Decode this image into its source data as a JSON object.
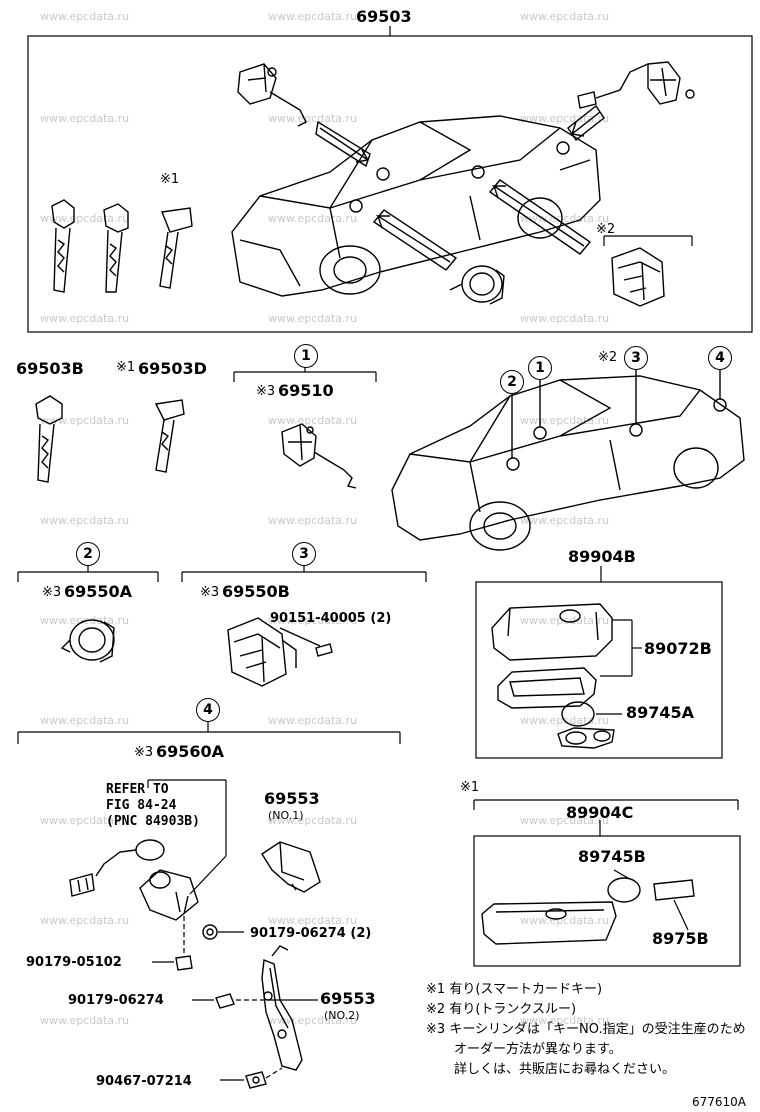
{
  "watermark": "www.epcdata.ru",
  "diagram_number": "677610A",
  "parts": {
    "main_assembly": "69503",
    "key_b": "69503B",
    "key_d_mark": "※1",
    "key_d": "69503D",
    "cyl_door_mark": "※3",
    "cyl_door": "69510",
    "cyl_a_mark": "※3",
    "cyl_a": "69550A",
    "cyl_b_mark": "※3",
    "cyl_b": "69550B",
    "screw_40005": "90151-40005 (2)",
    "lock_60a_mark": "※3",
    "lock_60a": "69560A",
    "cover_no1": "69553",
    "cover_no1_sub": "(NO.1)",
    "cover_no2": "69553",
    "cover_no2_sub": "(NO.2)",
    "nut_06274_2": "90179-06274 (2)",
    "nut_05102": "90179-05102",
    "nut_06274": "90179-06274",
    "clip_07214": "90467-07214",
    "transmitter_b": "89904B",
    "case_b": "89072B",
    "battery_a": "89745A",
    "transmitter_c_mark": "※1",
    "transmitter_c": "89904C",
    "battery_b": "89745B",
    "sheet_b": "8975B",
    "smart_card_mark": "※1",
    "trunk_mark": "※2"
  },
  "refer_to": {
    "line1": "REFER TO",
    "line2": "FIG 84-24",
    "line3": "(PNC 84903B)"
  },
  "callouts": {
    "c1": "1",
    "c2": "2",
    "c3": "3",
    "c4": "4",
    "car_mark_2": "※2"
  },
  "notes": [
    {
      "mark": "※1",
      "text": "有り(スマートカードキー)"
    },
    {
      "mark": "※2",
      "text": "有り(トランクスルー)"
    },
    {
      "mark": "※3",
      "text": "キーシリンダは「キーNO.指定」の受注生産のため"
    },
    {
      "mark": "",
      "text": "オーダー方法が異なります。"
    },
    {
      "mark": "",
      "text": "詳しくは、共販店にお尋ねください。"
    }
  ]
}
